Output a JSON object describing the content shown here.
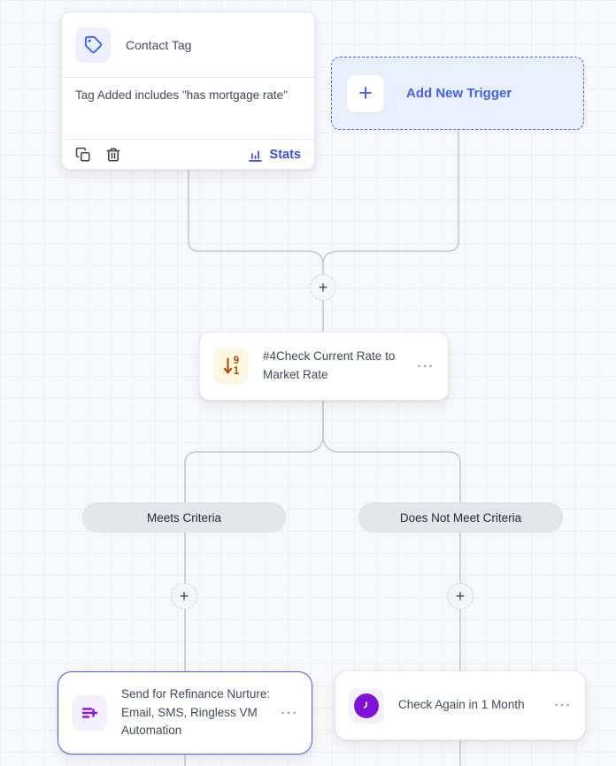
{
  "colors": {
    "canvas-bg": "#f7f8fa",
    "grid-line": "#edeff3",
    "connector": "#c5c9d0",
    "card-border": "#e6e8ec",
    "divider": "#eaecef",
    "text": "#414a59",
    "text-dark": "#3c4554",
    "accent": "#4762e8",
    "stats-blue": "#3a4ed8",
    "add-trigger-bg": "#e9effb",
    "blue-badge-bg": "#eef1fd",
    "tag-icon-stroke": "#3f63f2",
    "amber-badge-bg": "#fdf6e2",
    "amber-icon": "#b35309",
    "purple-badge-bg": "#f5f0fd",
    "purple-icon": "#7f12d6",
    "pill-bg": "#e4e6ea",
    "pill-text": "#222b38",
    "plus-bg": "#f5f6f8",
    "plus-border": "#ccd0d7",
    "more-dots": "#959ca8"
  },
  "ui": {
    "plus_label": "+",
    "more_label": "···"
  },
  "trigger_card": {
    "title": "Contact Tag",
    "description": "Tag Added includes \"has mortgage rate\"",
    "stats_label": "Stats",
    "icons": [
      "tag-icon",
      "copy-icon",
      "trash-icon",
      "bar-chart-icon"
    ]
  },
  "add_trigger_button": {
    "label": "Add New Trigger",
    "icon": "plus-icon"
  },
  "action_node": {
    "title": "#4Check Current Rate to Market Rate",
    "icon": "sort-descending-icon",
    "icon_digit_top": "9",
    "icon_digit_bottom": "1"
  },
  "branches": [
    {
      "label": "Meets Criteria"
    },
    {
      "label": "Does Not Meet Criteria"
    }
  ],
  "left_action": {
    "title": "Send for Refinance Nurture: Email, SMS, Ringless VM Automation",
    "icon": "playlist-add-icon",
    "selected": true
  },
  "right_action": {
    "title": "Check Again in 1 Month",
    "icon": "clock-icon"
  }
}
